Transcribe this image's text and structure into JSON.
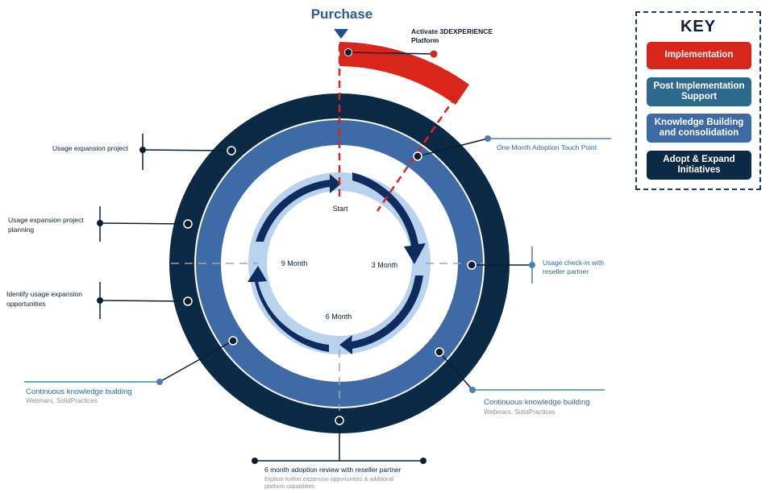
{
  "purchase": "Purchase",
  "activate": [
    "Activate 3DEXPERIENCE",
    "Platform"
  ],
  "center": {
    "start": "Start",
    "m3": "3 Month",
    "m6": "6 Month",
    "m9": "9 Month"
  },
  "labels": {
    "usage_project": "Usage expansion project",
    "usage_planning": [
      "Usage expansion project",
      "planning"
    ],
    "identify": [
      "Identify usage expansion",
      "opportunities"
    ],
    "ckb_left_title": "Continuous knowledge building",
    "ckb_left_sub": "Webinars, SolidPractices",
    "ckb_right_title": "Continuous knowledge building",
    "ckb_right_sub": "Webinars, SolidPractices",
    "one_month": "One Month Adoption Touch Point",
    "checkin": [
      "Usage check-in with",
      "reseller partner"
    ],
    "review_title": "6 month adoption review with reseller partner",
    "review_sub": [
      "Explore further expansion opportunities & additional",
      "platform capabilities"
    ]
  },
  "key": {
    "title": "KEY",
    "items": [
      {
        "label": "Implementation",
        "color": "#d9261c"
      },
      {
        "label": "Post Implementation Support",
        "color": "#2e6a8e"
      },
      {
        "label": "Knowledge Building and consolidation",
        "color": "#3e6aa6"
      },
      {
        "label": "Adopt & Expand Initiatives",
        "color": "#0b2a45"
      }
    ]
  },
  "colors": {
    "outer_ring": "#0b2a45",
    "middle_ring": "#3e6aa6",
    "inner_ring": "#b9d3ee",
    "arrows": "#0f2c5e",
    "implementation": "#d9261c",
    "text_blue": "#2e6a8e",
    "text_dark": "#0b1e33",
    "text_grey": "#8a8f96"
  }
}
